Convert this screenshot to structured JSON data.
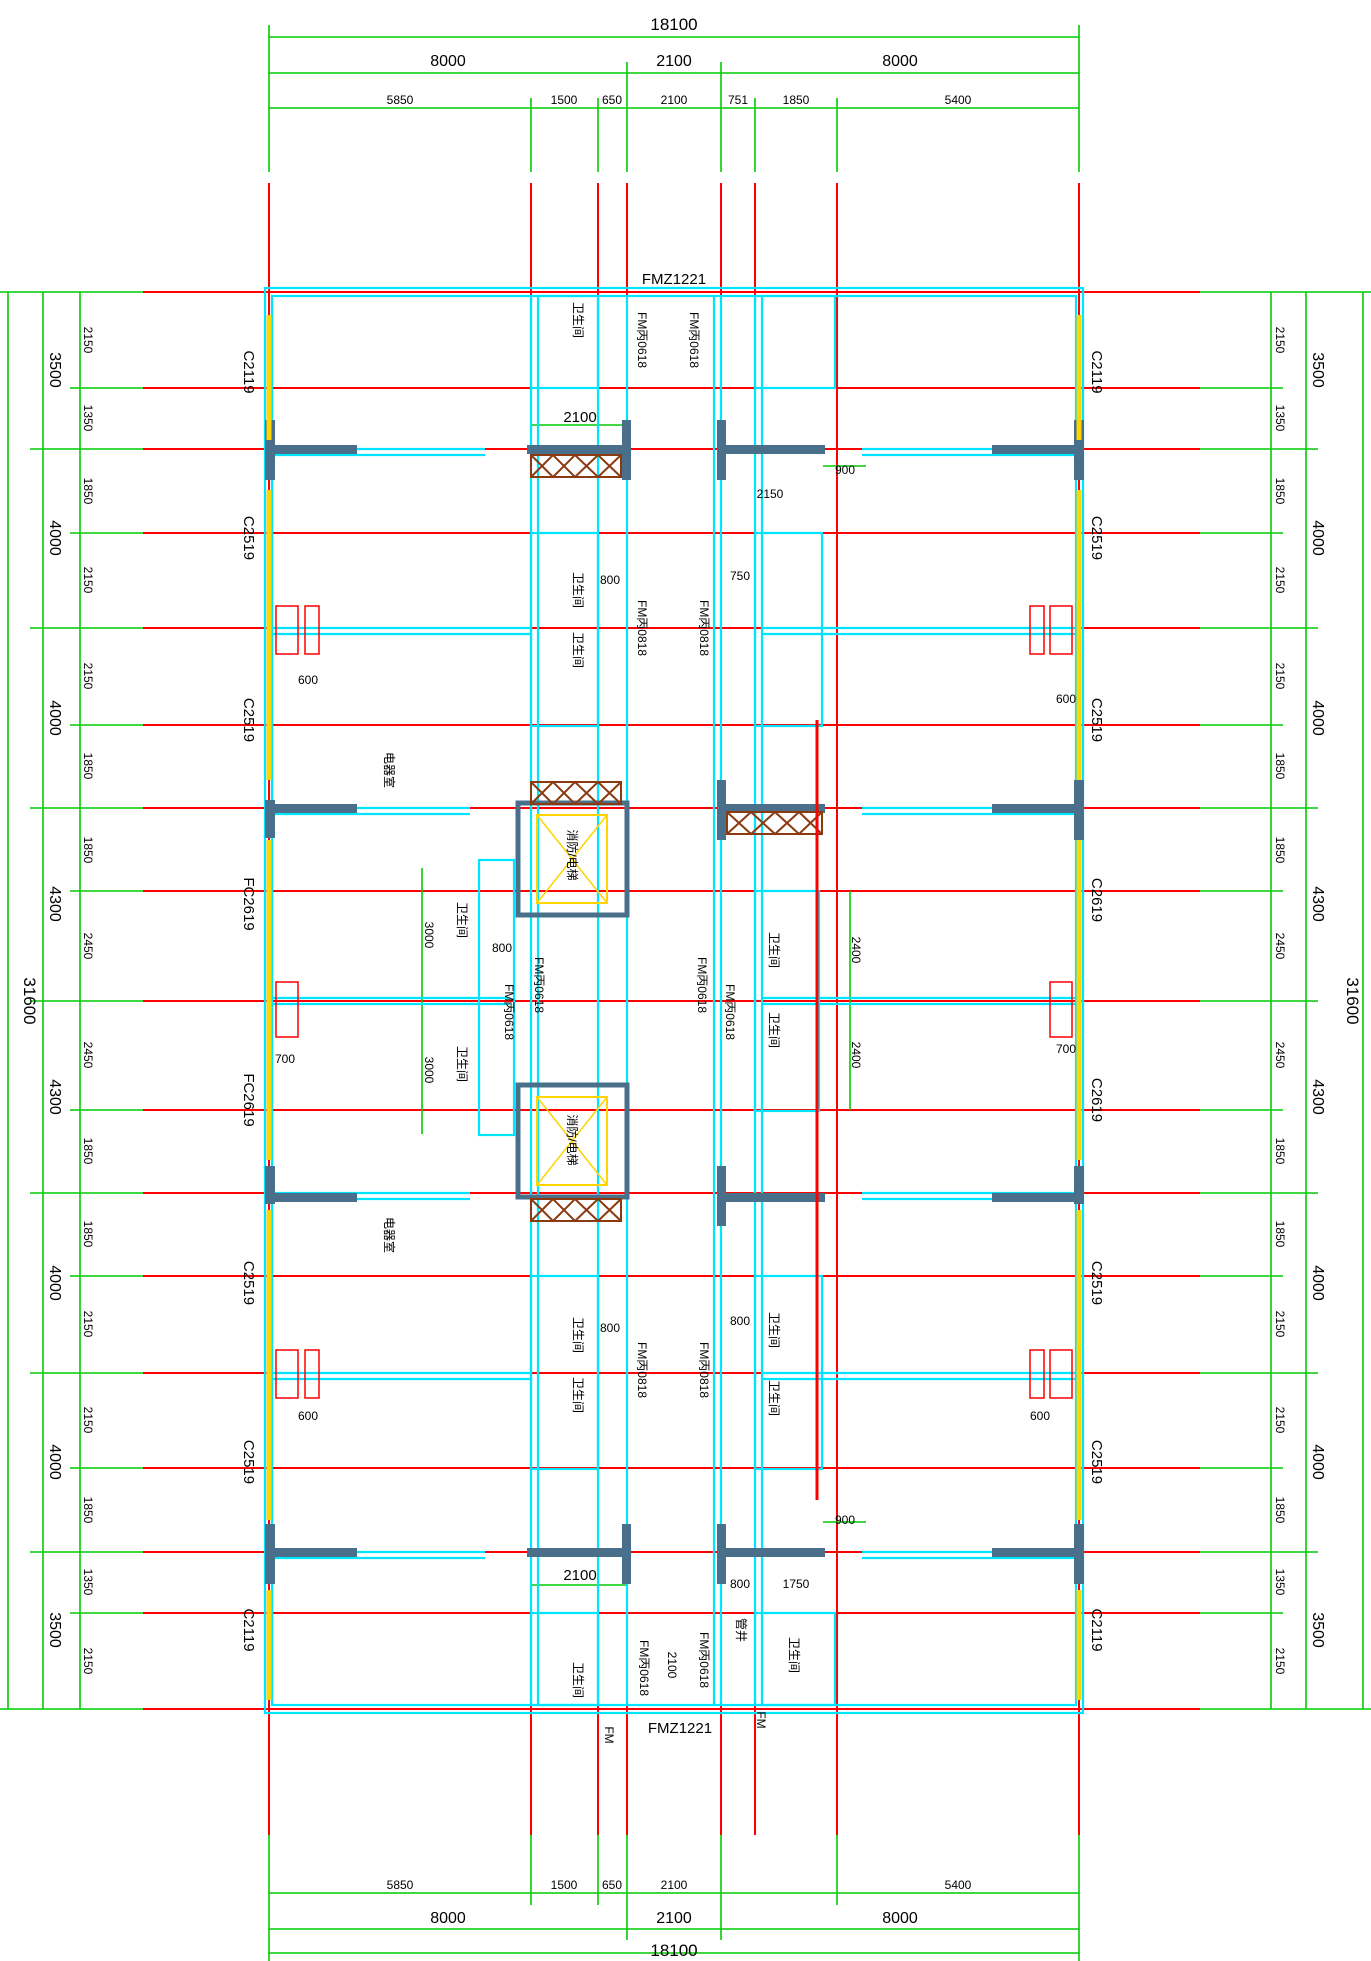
{
  "top_dims": {
    "total": "18100",
    "mid": [
      "8000",
      "2100",
      "8000"
    ],
    "small": [
      "5850",
      "1500",
      "650",
      "2100",
      "751",
      "1850",
      "5400"
    ]
  },
  "bottom_dims": {
    "total": "18100",
    "mid": [
      "8000",
      "2100",
      "8000"
    ],
    "small": [
      "5850",
      "1500",
      "650",
      "2100",
      "5400"
    ]
  },
  "left_dims": {
    "total": "31600",
    "mid": [
      "3500",
      "4000",
      "4000",
      "4300",
      "4300",
      "4000",
      "4000",
      "3500"
    ],
    "small": [
      "2150",
      "1350",
      "1850",
      "2150",
      "2150",
      "1850",
      "1850",
      "2450",
      "2450",
      "1850",
      "1850",
      "2150",
      "2150",
      "1850",
      "1350",
      "2150"
    ]
  },
  "right_dims": {
    "total": "31600",
    "mid": [
      "3500",
      "4000",
      "4000",
      "4300",
      "4300",
      "4000",
      "4000",
      "3500"
    ],
    "small": [
      "2150",
      "1350",
      "1850",
      "2150",
      "2150",
      "1850",
      "1850",
      "2450",
      "2450",
      "1850",
      "1850",
      "2150",
      "2150",
      "1850",
      "1350",
      "2150"
    ]
  },
  "windows_left": [
    "C2119",
    "C2519",
    "C2519",
    "FC2619",
    "FC2619",
    "C2519",
    "C2519",
    "C2119"
  ],
  "windows_right": [
    "C2119",
    "C2519",
    "C2519",
    "C2619",
    "C2619",
    "C2519",
    "C2519",
    "C2119"
  ],
  "doors": {
    "top_entry": "FMZ1221",
    "bottom_entry": "FMZ1221",
    "fm_0618": "FM丙0618",
    "fm_0818": "FM丙0818",
    "fm": "FM"
  },
  "rooms": {
    "toilet": "卫生间",
    "equipment": "电器室",
    "elevator": "消防/电梯",
    "pipe": "管井"
  },
  "inner_dims": {
    "d2100": "2100",
    "d900": "900",
    "d2150": "2150",
    "d800": "800",
    "d750": "750",
    "d700": "700",
    "d600": "600",
    "d3000": "3000",
    "d2400": "2400",
    "d1750": "1750"
  },
  "colors": {
    "axis": "#ff0000",
    "dimension": "#00cc00",
    "wall": "#00e5ff",
    "column": "#4a6f8a",
    "window": "#ffd400",
    "brace": "#8b3a0f"
  }
}
